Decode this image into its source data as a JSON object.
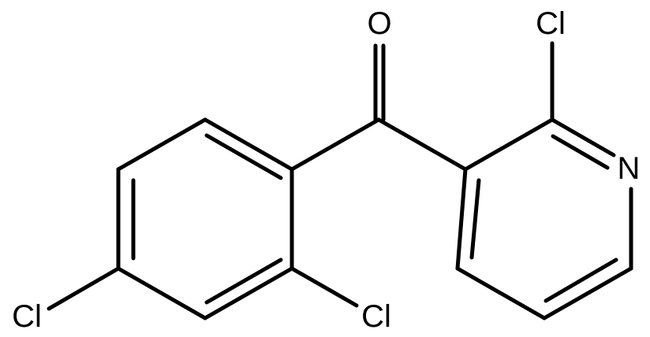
{
  "structure": {
    "atoms": [
      {
        "id": "oxygen",
        "label": "O"
      },
      {
        "id": "chlorine-pyridine",
        "label": "Cl"
      },
      {
        "id": "nitrogen",
        "label": "N"
      },
      {
        "id": "chlorine-para",
        "label": "Cl"
      },
      {
        "id": "chlorine-ortho",
        "label": "Cl"
      }
    ]
  },
  "colors": {
    "bond": "#000000",
    "label": "#000000",
    "background": "#ffffff"
  }
}
